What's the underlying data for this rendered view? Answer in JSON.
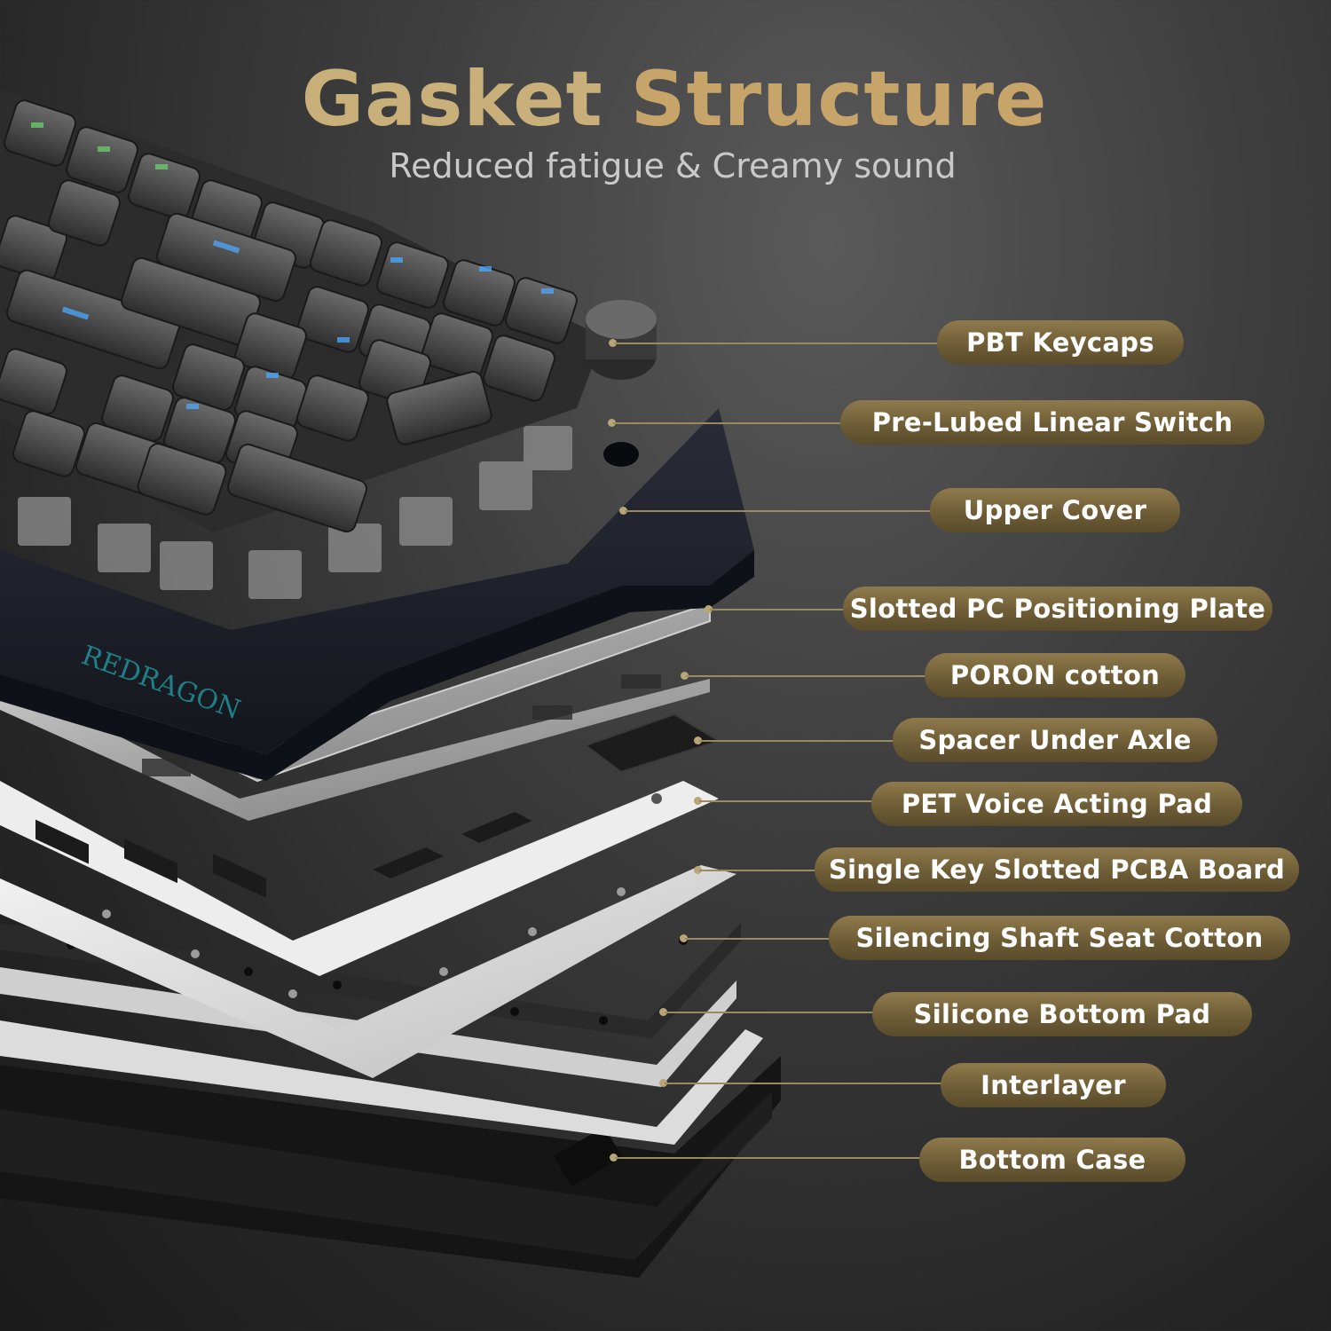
{
  "header": {
    "title_word1": "Gasket",
    "title_word2": "Structure",
    "subtitle": "Reduced fatigue & Creamy sound"
  },
  "brand": {
    "logo_text": "REDRAGON"
  },
  "colors": {
    "title_gold": "#c9b07a",
    "pill_gold": "#7a6840",
    "leader_gold": "#9a8a62"
  },
  "layers": [
    {
      "label": "PBT Keycaps"
    },
    {
      "label": "Pre-Lubed Linear Switch"
    },
    {
      "label": "Upper Cover"
    },
    {
      "label": "Slotted PC Positioning Plate"
    },
    {
      "label": "PORON cotton"
    },
    {
      "label": "Spacer Under Axle"
    },
    {
      "label": "PET Voice Acting Pad"
    },
    {
      "label": "Single Key Slotted PCBA Board"
    },
    {
      "label": "Silencing Shaft Seat Cotton"
    },
    {
      "label": "Silicone Bottom Pad"
    },
    {
      "label": "Interlayer"
    },
    {
      "label": "Bottom Case"
    }
  ]
}
